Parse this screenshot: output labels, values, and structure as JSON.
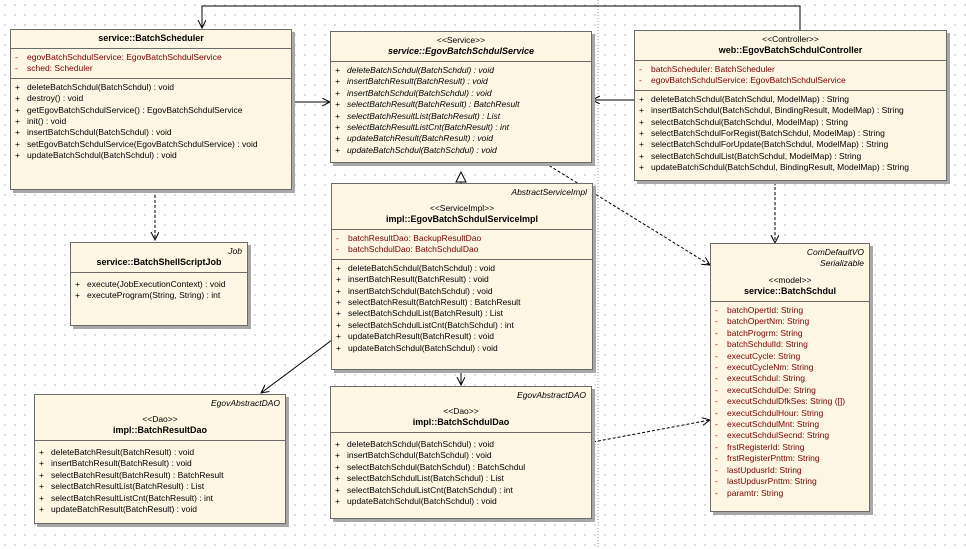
{
  "classes": {
    "batch_scheduler": {
      "name": "service::BatchScheduler",
      "attributes": [
        {
          "vis": "-",
          "text": "egovBatchSchdulService:  EgovBatchSchdulService"
        },
        {
          "vis": "-",
          "text": "sched:  Scheduler"
        }
      ],
      "operations": [
        {
          "vis": "+",
          "text": "deleteBatchSchdul(BatchSchdul) : void"
        },
        {
          "vis": "+",
          "text": "destroy() : void"
        },
        {
          "vis": "+",
          "text": "getEgovBatchSchdulService() : EgovBatchSchdulService"
        },
        {
          "vis": "+",
          "text": "init() : void"
        },
        {
          "vis": "+",
          "text": "insertBatchSchdul(BatchSchdul) : void"
        },
        {
          "vis": "+",
          "text": "setEgovBatchSchdulService(EgovBatchSchdulService) : void"
        },
        {
          "vis": "+",
          "text": "updateBatchSchdul(BatchSchdul) : void"
        }
      ]
    },
    "batch_service": {
      "stereotype": "<<Service>>",
      "name": "service::EgovBatchSchdulService",
      "operations": [
        {
          "vis": "+",
          "text": "deleteBatchSchdul(BatchSchdul) : void"
        },
        {
          "vis": "+",
          "text": "insertBatchResult(BatchResult) : void"
        },
        {
          "vis": "+",
          "text": "insertBatchSchdul(BatchSchdul) : void"
        },
        {
          "vis": "+",
          "text": "selectBatchResult(BatchResult) : BatchResult"
        },
        {
          "vis": "+",
          "text": "selectBatchResultList(BatchResult) : List"
        },
        {
          "vis": "+",
          "text": "selectBatchResultListCnt(BatchResult) : int"
        },
        {
          "vis": "+",
          "text": "updateBatchResult(BatchResult) : void"
        },
        {
          "vis": "+",
          "text": "updateBatchSchdul(BatchSchdul) : void"
        }
      ]
    },
    "controller": {
      "stereotype": "<<Controller>>",
      "name": "web::EgovBatchSchdulController",
      "attributes": [
        {
          "vis": "-",
          "text": "batchScheduler:  BatchScheduler"
        },
        {
          "vis": "-",
          "text": "egovBatchSchdulService:  EgovBatchSchdulService"
        }
      ],
      "operations": [
        {
          "vis": "+",
          "text": "deleteBatchSchdul(BatchSchdul, ModelMap) : String"
        },
        {
          "vis": "+",
          "text": "insertBatchSchdul(BatchSchdul, BindingResult, ModelMap) : String"
        },
        {
          "vis": "+",
          "text": "selectBatchSchdul(BatchSchdul, ModelMap) : String"
        },
        {
          "vis": "+",
          "text": "selectBatchSchdulForRegist(BatchSchdul, ModelMap) : String"
        },
        {
          "vis": "+",
          "text": "selectBatchSchdulForUpdate(BatchSchdul, ModelMap) : String"
        },
        {
          "vis": "+",
          "text": "selectBatchSchdulList(BatchSchdul, ModelMap) : String"
        },
        {
          "vis": "+",
          "text": "updateBatchSchdul(BatchSchdul, BindingResult, ModelMap) : String"
        }
      ]
    },
    "shell_job": {
      "tag": "Job",
      "name": "service::BatchShellScriptJob",
      "operations": [
        {
          "vis": "+",
          "text": "execute(JobExecutionContext) : void"
        },
        {
          "vis": "+",
          "text": "executeProgram(String, String) : int"
        }
      ]
    },
    "service_impl": {
      "tag": "AbstractServiceImpl",
      "stereotype": "<<ServiceImpl>>",
      "name": "impl::EgovBatchSchdulServiceImpl",
      "attributes": [
        {
          "vis": "-",
          "text": "batchResultDao:  BackupResultDao"
        },
        {
          "vis": "-",
          "text": "batchSchdulDao:  BatchSchdulDao"
        }
      ],
      "operations": [
        {
          "vis": "+",
          "text": "deleteBatchSchdul(BatchSchdul) : void"
        },
        {
          "vis": "+",
          "text": "insertBatchResult(BatchResult) : void"
        },
        {
          "vis": "+",
          "text": "insertBatchSchdul(BatchSchdul) : void"
        },
        {
          "vis": "+",
          "text": "selectBatchResult(BatchResult) : BatchResult"
        },
        {
          "vis": "+",
          "text": "selectBatchSchdulList(BatchResult) : List"
        },
        {
          "vis": "+",
          "text": "selectBatchSchdulListCnt(BatchSchdul) : int"
        },
        {
          "vis": "+",
          "text": "updateBatchResult(BatchResult) : void"
        },
        {
          "vis": "+",
          "text": "updateBatchSchdul(BatchSchdul) : void"
        }
      ]
    },
    "batch_schdul": {
      "tag1": "ComDefaultVO",
      "tag2": "Serializable",
      "stereotype": "<<model>>",
      "name": "service::BatchSchdul",
      "attributes": [
        {
          "vis": "-",
          "text": "batchOpertId:  String"
        },
        {
          "vis": "-",
          "text": "batchOpertNm:  String"
        },
        {
          "vis": "-",
          "text": "batchProgrm:  String"
        },
        {
          "vis": "-",
          "text": "batchSchdulId:  String"
        },
        {
          "vis": "-",
          "text": "executCycle:  String"
        },
        {
          "vis": "-",
          "text": "executCycleNm:  String"
        },
        {
          "vis": "-",
          "text": "executSchdul:  String"
        },
        {
          "vis": "-",
          "text": "executSchdulDe:  String"
        },
        {
          "vis": "-",
          "text": "executSchdulDfkSes:  String ([])"
        },
        {
          "vis": "-",
          "text": "executSchdulHour:  String"
        },
        {
          "vis": "-",
          "text": "executSchdulMnt:  String"
        },
        {
          "vis": "-",
          "text": "executSchdulSecnd:  String"
        },
        {
          "vis": "-",
          "text": "frstRegisterId:  String"
        },
        {
          "vis": "-",
          "text": "frstRegisterPnttm:  String"
        },
        {
          "vis": "-",
          "text": "lastUpdusrId:  String"
        },
        {
          "vis": "-",
          "text": "lastUpdusrPnttm:  String"
        },
        {
          "vis": "-",
          "text": "paramtr:  String"
        }
      ]
    },
    "result_dao": {
      "tag": "EgovAbstractDAO",
      "stereotype": "<<Dao>>",
      "name": "impl::BatchResultDao",
      "operations": [
        {
          "vis": "+",
          "text": "deleteBatchResult(BatchResult) : void"
        },
        {
          "vis": "+",
          "text": "insertBatchResult(BatchResult) : void"
        },
        {
          "vis": "+",
          "text": "selectBatchResult(BatchResult) : BatchResult"
        },
        {
          "vis": "+",
          "text": "selectBatchResultList(BatchResult) : List"
        },
        {
          "vis": "+",
          "text": "selectBatchResultListCnt(BatchResult) : int"
        },
        {
          "vis": "+",
          "text": "updateBatchResult(BatchResult) : void"
        }
      ]
    },
    "schdul_dao": {
      "tag": "EgovAbstractDAO",
      "stereotype": "<<Dao>>",
      "name": "impl::BatchSchdulDao",
      "operations": [
        {
          "vis": "+",
          "text": "deleteBatchSchdul(BatchSchdul) : void"
        },
        {
          "vis": "+",
          "text": "insertBatchSchdul(BatchSchdul) : void"
        },
        {
          "vis": "+",
          "text": "selectBatchSchdul(BatchSchdul) : BatchSchdul"
        },
        {
          "vis": "+",
          "text": "selectBatchSchdulList(BatchSchdul) : List"
        },
        {
          "vis": "+",
          "text": "selectBatchSchdulListCnt(BatchSchdul) : int"
        },
        {
          "vis": "+",
          "text": "updateBatchSchdul(BatchSchdul) : void"
        }
      ]
    }
  }
}
